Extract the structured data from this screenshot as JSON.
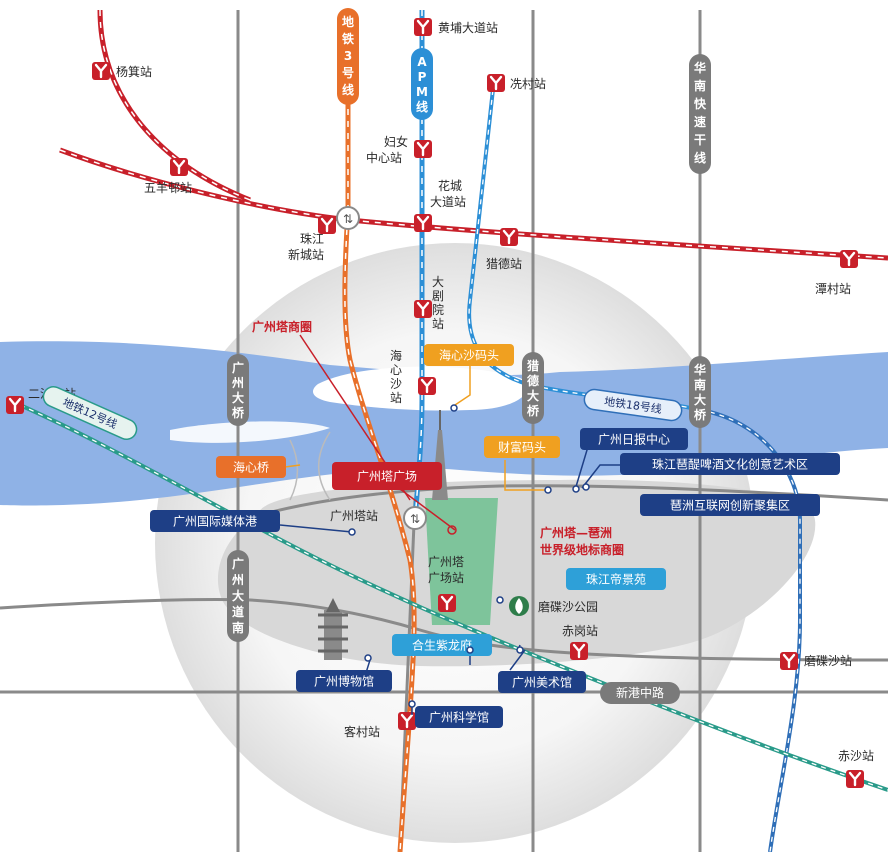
{
  "colors": {
    "metro_red": "#c8202a",
    "line3_orange": "#e8702a",
    "apm_blue": "#2c8fd6",
    "line12_teal": "#2a9b8a",
    "line18_blue": "#2f6fb8",
    "navy_tag": "#1e3f86",
    "orange_tag": "#f0a020",
    "blue_tag": "#2ea0d8",
    "red_tag": "#c8202a",
    "river": "#8fb2e6",
    "road_gray": "#777777",
    "park_green": "#7ec49b"
  },
  "stations": {
    "yangji": "杨箕站",
    "wuyangcun": "五羊邨站",
    "zhujiang_xincheng_1": "珠江",
    "zhujiang_xincheng_2": "新城站",
    "huangpu_dadao": "黄埔大道站",
    "funv_1": "妇女",
    "funv_2": "中心站",
    "xiancun": "冼村站",
    "huacheng_1": "花城",
    "huacheng_2": "大道站",
    "liede": "猎德站",
    "dajuyuan_1": "大",
    "dajuyuan_2": "剧",
    "dajuyuan_3": "院",
    "dajuyuan_4": "站",
    "tancun": "潭村站",
    "ershadao": "二沙岛站",
    "haixinsha_1": "海",
    "haixinsha_2": "心",
    "haixinsha_3": "沙",
    "haixinsha_4": "站",
    "guangzhouta": "广州塔站",
    "gzt_plaza_1": "广州塔",
    "gzt_plaza_2": "广场站",
    "chigang": "赤岗站",
    "mocaisha": "磨碟沙站",
    "kecun": "客村站",
    "chisha": "赤沙站"
  },
  "lines": {
    "line3": [
      "地",
      "铁",
      "3",
      "号",
      "线"
    ],
    "apm": [
      "A",
      "P",
      "M",
      "线"
    ],
    "line12": "地铁12号线",
    "line18": "地铁18号线"
  },
  "roads": {
    "huanan": [
      "华",
      "南",
      "快",
      "速",
      "干",
      "线"
    ],
    "gz_bridge": [
      "广",
      "州",
      "大",
      "桥"
    ],
    "liede_bridge": [
      "猎",
      "德",
      "大",
      "桥"
    ],
    "huanan_bridge": [
      "华",
      "南",
      "大",
      "桥"
    ],
    "gz_avenue": [
      "广",
      "州",
      "大",
      "道",
      "南"
    ],
    "xingang": "新港中路"
  },
  "tags": {
    "gzt_business_circle": "广州塔商圈",
    "haixinsha_pier": "海心沙码头",
    "caifu_pier": "财富码头",
    "haixin_bridge": "海心桥",
    "gzt_plaza": "广州塔广场",
    "gz_daily": "广州日报中心",
    "beer_park": "珠江琶醍啤酒文化创意艺术区",
    "pazhou_internet": "琶洲互联网创新聚集区",
    "gz_media_port": "广州国际媒体港",
    "landmark_1": "广州塔—琶洲",
    "landmark_2": "世界级地标商圈",
    "emperor_garden": "珠江帝景苑",
    "mocaisha_park": "磨碟沙公园",
    "heshengzilongfu": "合生紫龙府",
    "gz_museum": "广州博物馆",
    "gz_art_museum": "广州美术馆",
    "gz_science_museum": "广州科学馆"
  },
  "icons": {
    "metro": "metro-y-icon",
    "interchange": "interchange-icon",
    "pagoda": "pagoda-icon",
    "canton_tower": "canton-tower-icon",
    "park": "park-leaf-icon"
  }
}
